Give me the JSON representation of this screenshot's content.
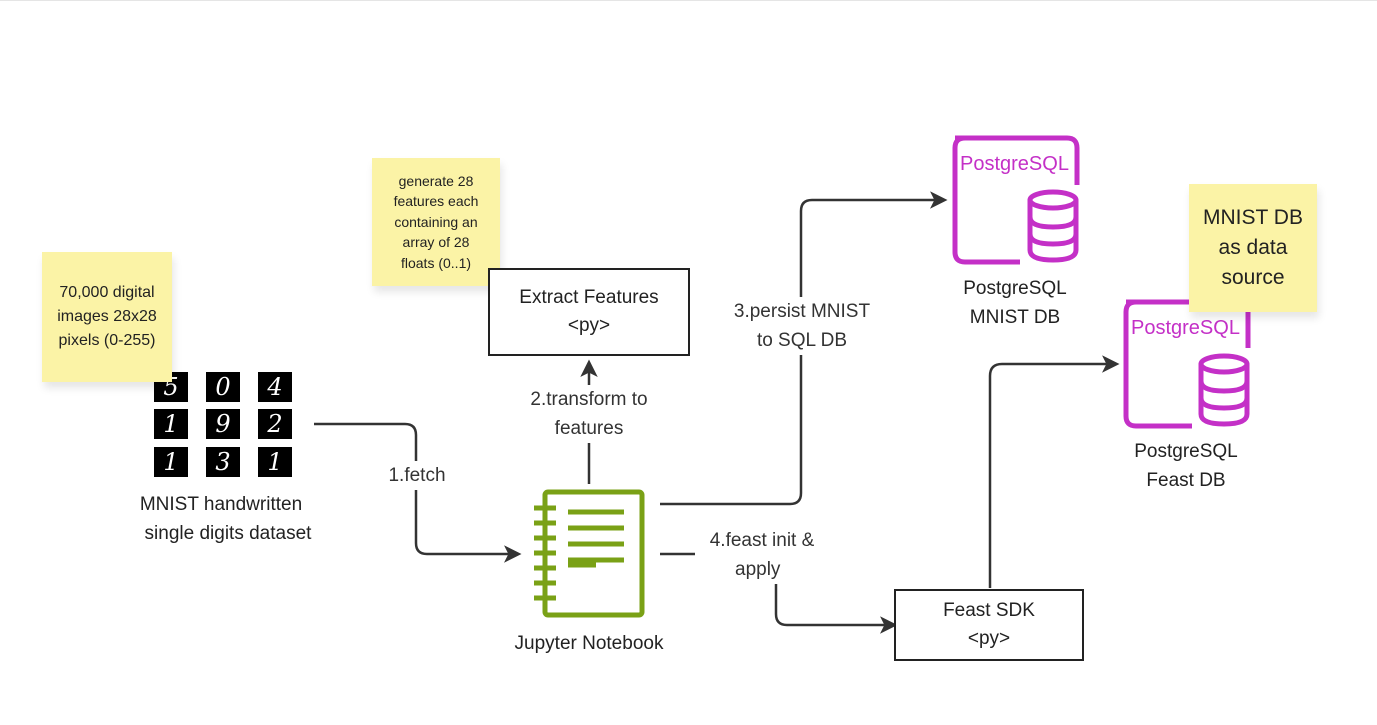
{
  "colors": {
    "postgres_accent": "#c430c7",
    "jupyter_accent": "#7aa116",
    "sticky": "#fbf3a6",
    "stroke": "#222222"
  },
  "nodes": {
    "mnist_dataset": {
      "line1": "MNIST handwritten",
      "line2": "single digits dataset",
      "digits": [
        "5",
        "0",
        "4",
        "1",
        "9",
        "2",
        "1",
        "3",
        "1"
      ]
    },
    "jupyter": {
      "label": "Jupyter Notebook",
      "icon": "notebook-icon"
    },
    "extract_features": {
      "line1": "Extract Features",
      "line2": "<py>"
    },
    "postgres_mnist": {
      "logo_text": "PostgreSQL",
      "line1": "PostgreSQL",
      "line2": "MNIST DB",
      "icon": "database-icon"
    },
    "postgres_feast": {
      "logo_text": "PostgreSQL",
      "line1": "PostgreSQL",
      "line2": "Feast DB",
      "icon": "database-icon"
    },
    "feast_sdk": {
      "line1": "Feast SDK",
      "line2": "<py>"
    }
  },
  "edges": {
    "fetch": {
      "line1": "1.fetch"
    },
    "transform": {
      "line1": "2.transform to",
      "line2": "features"
    },
    "persist": {
      "line1": "3.persist MNIST",
      "line2": "to SQL DB"
    },
    "feast_init": {
      "line1": "4.feast init &",
      "line2": "apply"
    }
  },
  "notes": {
    "dataset_note": {
      "line1": "70,000 digital",
      "line2": "images 28x28",
      "line3": "pixels (0-255)"
    },
    "features_note": {
      "line1": "generate 28",
      "line2": "features each",
      "line3": "containing an",
      "line4": "array of 28",
      "line5": "floats (0..1)"
    },
    "source_note": {
      "line1": "MNIST DB",
      "line2": "as data",
      "line3": "source"
    }
  }
}
